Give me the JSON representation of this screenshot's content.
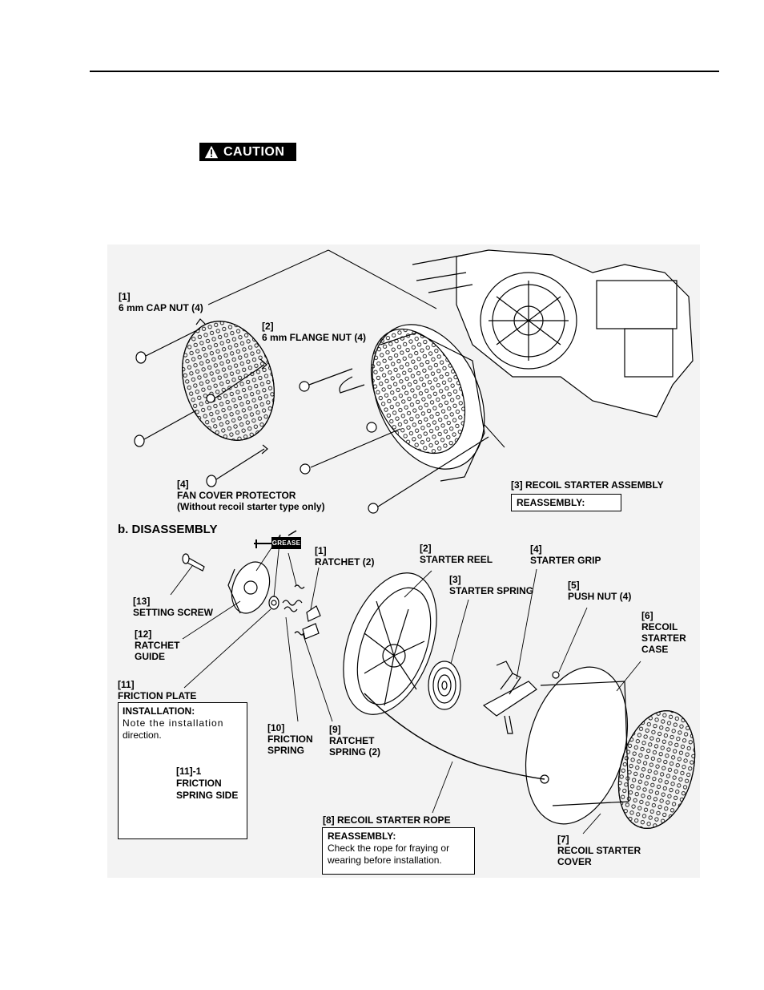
{
  "caution": {
    "label": "CAUTION"
  },
  "section_b": {
    "title": "b. DISASSEMBLY"
  },
  "grease_tag": "GREASE",
  "top_labels": {
    "cap_nut": [
      "[1]",
      "6 mm CAP NUT (4)"
    ],
    "flange_nut": [
      "[2]",
      "6 mm FLANGE NUT (4)"
    ],
    "fan_cover": [
      "[4]",
      "FAN COVER PROTECTOR",
      "(Without recoil starter type only)"
    ],
    "recoil_assembly": "[3] RECOIL STARTER ASSEMBLY",
    "reassembly_box": "REASSEMBLY:"
  },
  "parts": {
    "ratchet": [
      "[1]",
      "RATCHET (2)"
    ],
    "starter_reel": [
      "[2]",
      "STARTER REEL"
    ],
    "starter_spring": [
      "[3]",
      "STARTER SPRING"
    ],
    "starter_grip": [
      "[4]",
      "STARTER GRIP"
    ],
    "push_nut": [
      "[5]",
      "PUSH NUT (4)"
    ],
    "recoil_case": [
      "[6]",
      "RECOIL",
      "STARTER",
      "CASE"
    ],
    "setting_screw": [
      "[13]",
      "SETTING SCREW"
    ],
    "ratchet_guide": [
      "[12]",
      "RATCHET",
      "GUIDE"
    ],
    "friction_plate": [
      "[11]",
      "FRICTION PLATE"
    ],
    "friction_spring": [
      "[10]",
      "FRICTION",
      "SPRING"
    ],
    "ratchet_spring": [
      "[9]",
      "RATCHET",
      "SPRING (2)"
    ],
    "recoil_rope": "[8] RECOIL STARTER ROPE",
    "recoil_cover": [
      "[7]",
      "RECOIL STARTER",
      "COVER"
    ]
  },
  "installation_box": {
    "title": "INSTALLATION:",
    "text": [
      "Note the installation",
      "direction."
    ],
    "indicator": [
      "[11]-1",
      "FRICTION",
      "SPRING SIDE"
    ]
  },
  "rope_box": {
    "title": "REASSEMBLY:",
    "text": [
      "Check the rope for fraying or",
      "wearing before installation."
    ]
  }
}
